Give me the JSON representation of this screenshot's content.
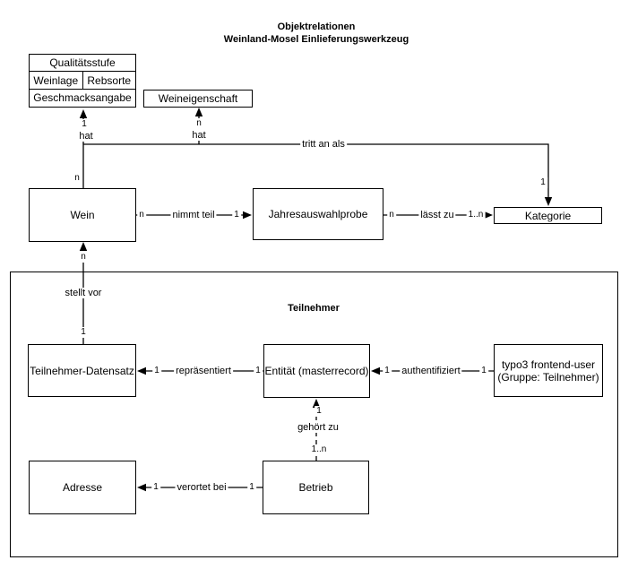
{
  "title": {
    "line1": "Objektrelationen",
    "line2": "Weinland-Mosel Einlieferungswerkzeug"
  },
  "entities": {
    "qualitaetsstufe": "Qualitätsstufe",
    "weinlage": "Weinlage",
    "rebsorte": "Rebsorte",
    "geschmacksangabe": "Geschmacksangabe",
    "weineigenschaft": "Weineigenschaft",
    "wein": "Wein",
    "jahresauswahlprobe": "Jahresauswahlprobe",
    "kategorie": "Kategorie",
    "teilnehmer_group": "Teilnehmer",
    "teilnehmer_datensatz": "Teilnehmer-Datensatz",
    "entitaet": "Entität (masterrecord)",
    "typo3_user_line1": "typo3 frontend-user",
    "typo3_user_line2": "(Gruppe: Teilnehmer)",
    "adresse": "Adresse",
    "betrieb": "Betrieb"
  },
  "relations": {
    "hat_qualitaetsstufe": {
      "verb": "hat",
      "card_qualitaetsstufe": "1",
      "card_wein": "n"
    },
    "hat_weineigenschaft": {
      "verb": "hat",
      "card_weineigenschaft": "n"
    },
    "tritt_an_als": {
      "verb": "tritt an als",
      "card_kategorie": "1"
    },
    "nimmt_teil": {
      "verb": "nimmt teil",
      "card_wein": "n",
      "card_jahresauswahlprobe": "1"
    },
    "laesst_zu": {
      "verb": "lässt zu",
      "card_jahresauswahlprobe": "n",
      "card_kategorie": "1..n"
    },
    "stellt_vor": {
      "verb": "stellt vor",
      "card_wein": "n",
      "card_teilnehmer_datensatz": "1"
    },
    "repraesentiert": {
      "verb": "repräsentiert",
      "card_teilnehmer_datensatz": "1",
      "card_entitaet": "1"
    },
    "authentifiziert": {
      "verb": "authentifiziert",
      "card_entitaet": "1",
      "card_typo3": "1"
    },
    "gehoert_zu": {
      "verb": "gehört zu",
      "card_entitaet": "1",
      "card_betrieb": "1..n"
    },
    "verortet_bei": {
      "verb": "verortet bei",
      "card_adresse": "1",
      "card_betrieb": "1"
    }
  },
  "colors": {
    "line": "#000000",
    "background": "#ffffff",
    "text": "#000000"
  }
}
